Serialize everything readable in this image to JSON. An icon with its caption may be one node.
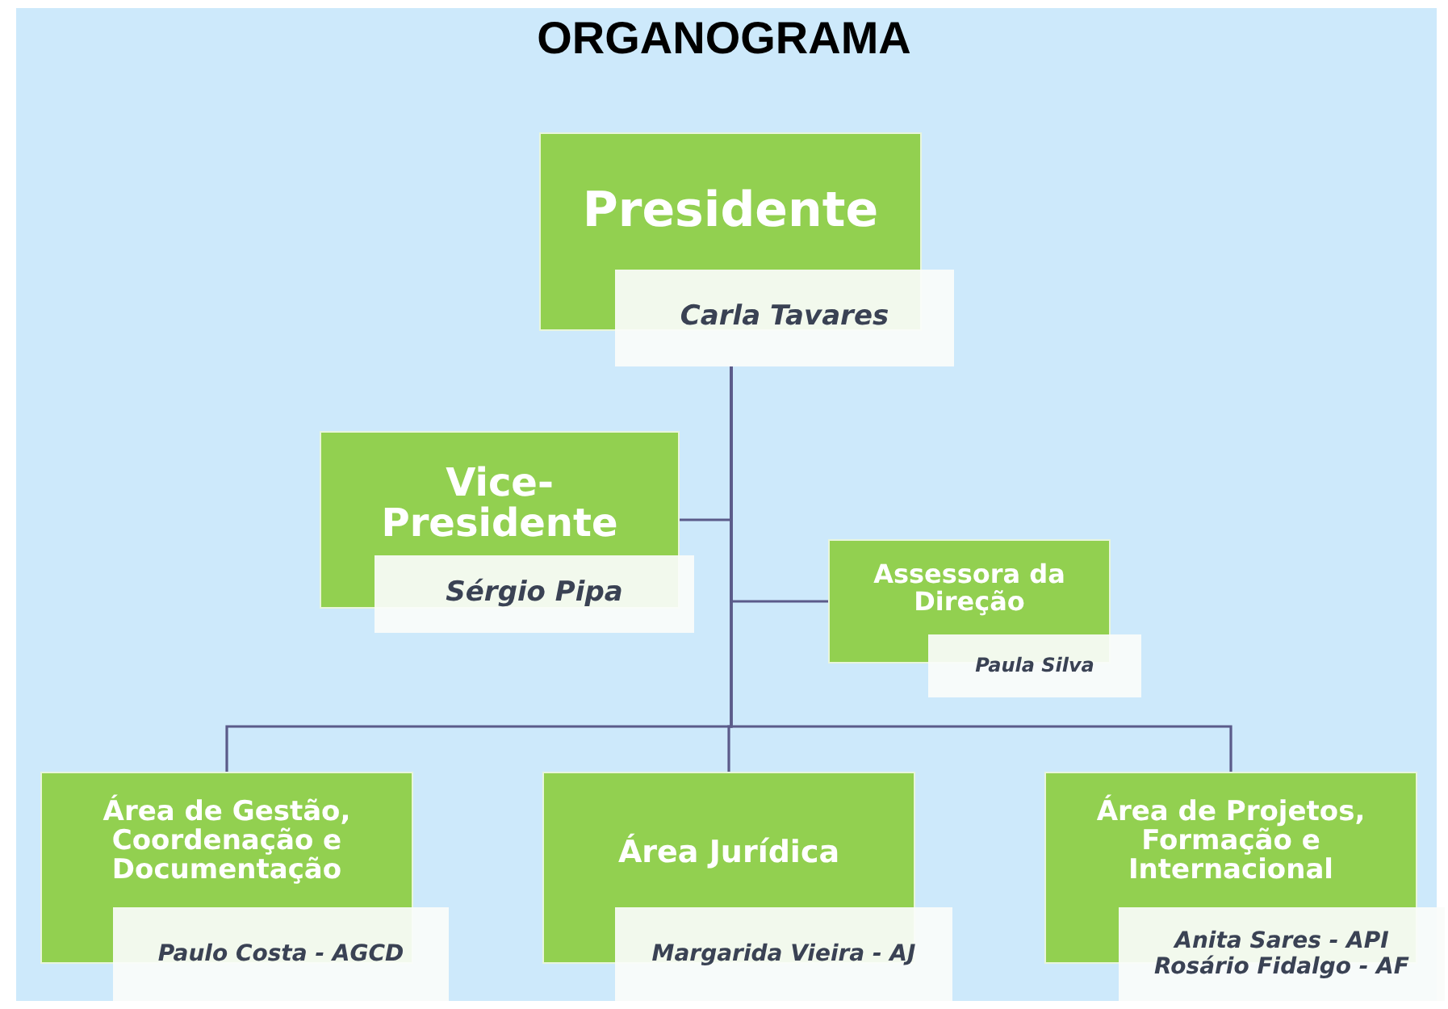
{
  "diagram": {
    "title": "ORGANOGRAMA",
    "nodes": [
      {
        "text": [
          "Presidente",
          "Carla Tavares"
        ]
      },
      {
        "text": [
          "Vice-Presidente",
          "Sérgio Pipa"
        ]
      },
      {
        "text": [
          "Assessora da Direção",
          "Paula Silva"
        ]
      },
      {
        "text": [
          "Área de Gestão, Coordenação e Documentação",
          "Paulo Costa - AGCD"
        ]
      },
      {
        "text": [
          "Área Jurídica",
          "Margarida Vieira - AJ"
        ]
      },
      {
        "text": [
          "Área de Projetos, Formação e Internacional",
          "Anita Sares - API",
          "Rosário Fidalgo - AF"
        ]
      }
    ],
    "edges": [
      {
        "from": 0,
        "to": 1,
        "arrow": "none"
      },
      {
        "from": 0,
        "to": 2,
        "arrow": "none"
      },
      {
        "from": 0,
        "to": 3,
        "arrow": "none"
      },
      {
        "from": 0,
        "to": 4,
        "arrow": "none"
      },
      {
        "from": 0,
        "to": 5,
        "arrow": "none"
      }
    ]
  }
}
